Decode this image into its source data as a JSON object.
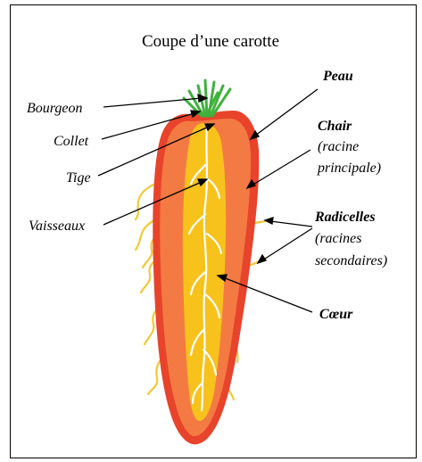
{
  "title": "Coupe d’une carotte",
  "labels": {
    "bourgeon": "Bourgeon",
    "collet": "Collet",
    "tige": "Tige",
    "vaisseaux": "Vaisseaux",
    "peau": "Peau",
    "chair": "Chair",
    "chair_sub1": "(racine",
    "chair_sub2": "principale)",
    "radicelles": "Radicelles",
    "radicelles_sub1": "(racines",
    "radicelles_sub2": "secondaires)",
    "coeur": "Cœur"
  },
  "colors": {
    "skin": "#e8432b",
    "flesh": "#f47a43",
    "core": "#f7c21c",
    "vessels": "#ffffff",
    "leaves": "#3fb23b",
    "rootlets": "#f2c935"
  }
}
